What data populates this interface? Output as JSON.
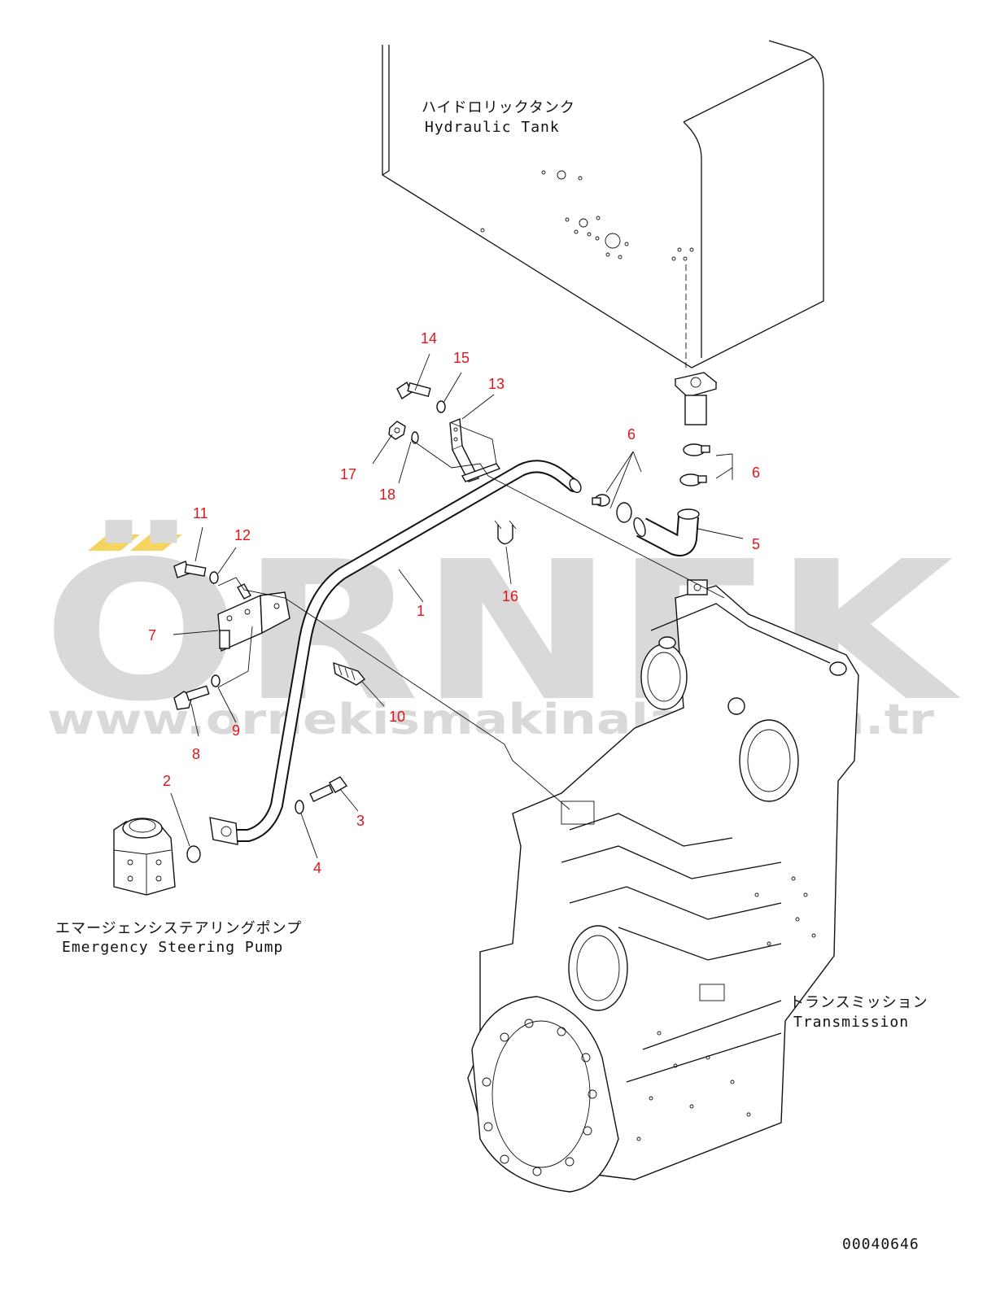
{
  "watermark": {
    "brand": "ÖRNEK",
    "url": "www.ornekismakinalari.com.tr",
    "accent_color": "#f4d35e",
    "gray_color": "#d9d9d9"
  },
  "labels": {
    "hydraulic_tank_jp": "ハイドロリックタンク",
    "hydraulic_tank_en": "Hydraulic Tank",
    "pump_jp": "エマージェンシステアリングポンプ",
    "pump_en": "Emergency Steering Pump",
    "transmission_jp": "トランスミッション",
    "transmission_en": "Transmission",
    "drawing_number": "00040646"
  },
  "callouts": [
    {
      "id": "c1",
      "text": "1"
    },
    {
      "id": "c2",
      "text": "2"
    },
    {
      "id": "c3",
      "text": "3"
    },
    {
      "id": "c4",
      "text": "4"
    },
    {
      "id": "c5",
      "text": "5"
    },
    {
      "id": "c6a",
      "text": "6"
    },
    {
      "id": "c6b",
      "text": "6"
    },
    {
      "id": "c7",
      "text": "7"
    },
    {
      "id": "c8",
      "text": "8"
    },
    {
      "id": "c9",
      "text": "9"
    },
    {
      "id": "c10",
      "text": "10"
    },
    {
      "id": "c11",
      "text": "11"
    },
    {
      "id": "c12",
      "text": "12"
    },
    {
      "id": "c13",
      "text": "13"
    },
    {
      "id": "c14",
      "text": "14"
    },
    {
      "id": "c15",
      "text": "15"
    },
    {
      "id": "c16",
      "text": "16"
    },
    {
      "id": "c17",
      "text": "17"
    },
    {
      "id": "c18",
      "text": "18"
    }
  ],
  "colors": {
    "callout": "#e0151b",
    "line": "#111111"
  }
}
